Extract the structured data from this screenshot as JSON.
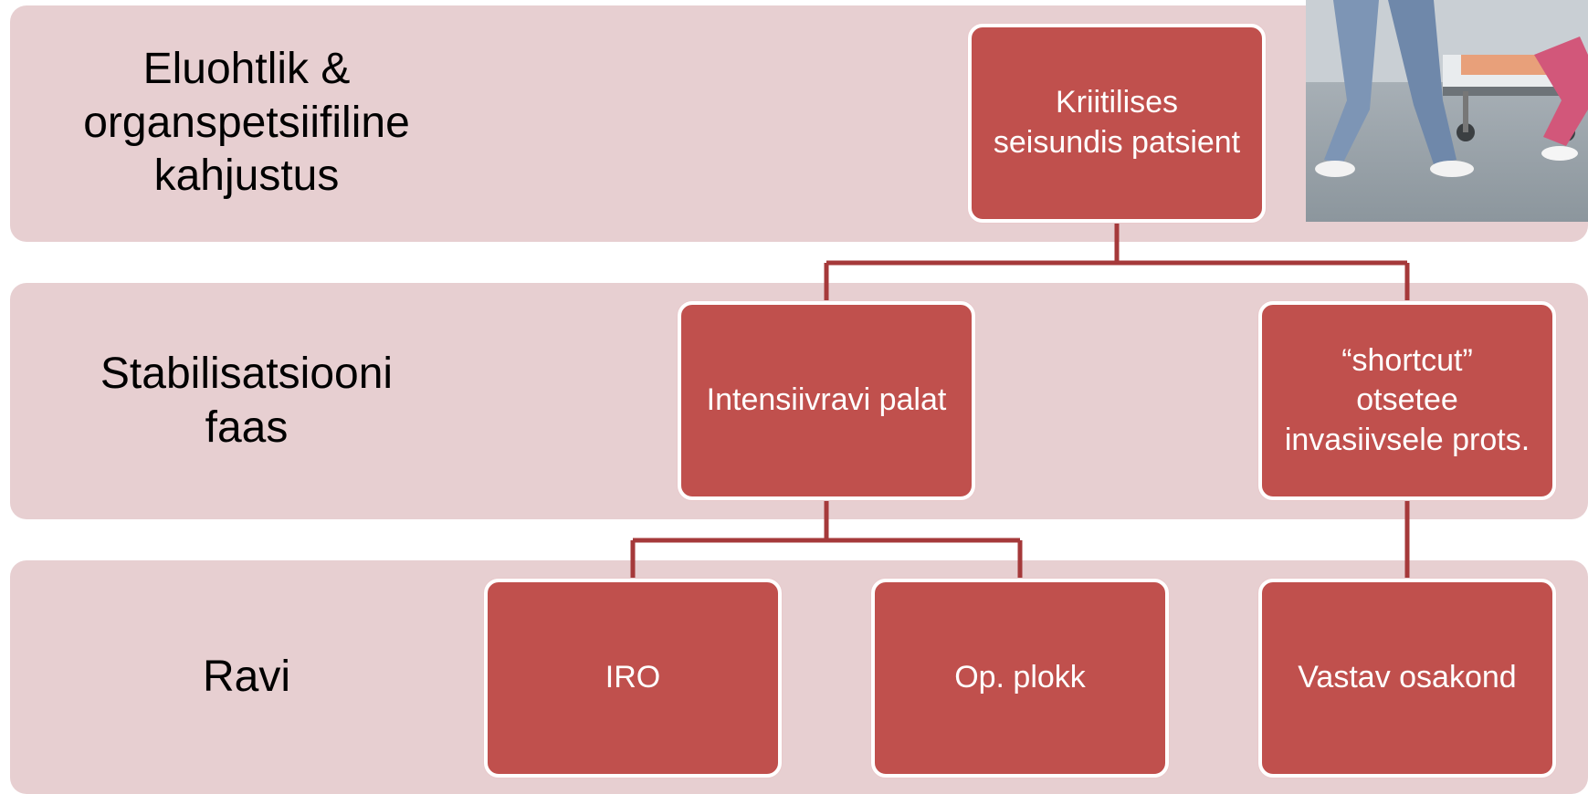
{
  "bands": [
    {
      "label": "Eluohtlik &\norganspetsiifiline\nkahjustus"
    },
    {
      "label": "Stabilisatsiooni\nfaas"
    },
    {
      "label": "Ravi"
    }
  ],
  "nodes": {
    "root": "Kriitilises\nseisundis patsient",
    "icu": "Intensiivravi palat",
    "shortcut": "“shortcut”\notsetee\ninvasiivsele prots.",
    "iro": "IRO",
    "op": "Op. plokk",
    "dept": "Vastav osakond"
  },
  "colors": {
    "band": "#e7cfd1",
    "node_fill": "#c0504d",
    "connector": "#a5393a",
    "node_text": "#ffffff"
  },
  "photo": {
    "description_icon": "hospital-staff-photo"
  }
}
